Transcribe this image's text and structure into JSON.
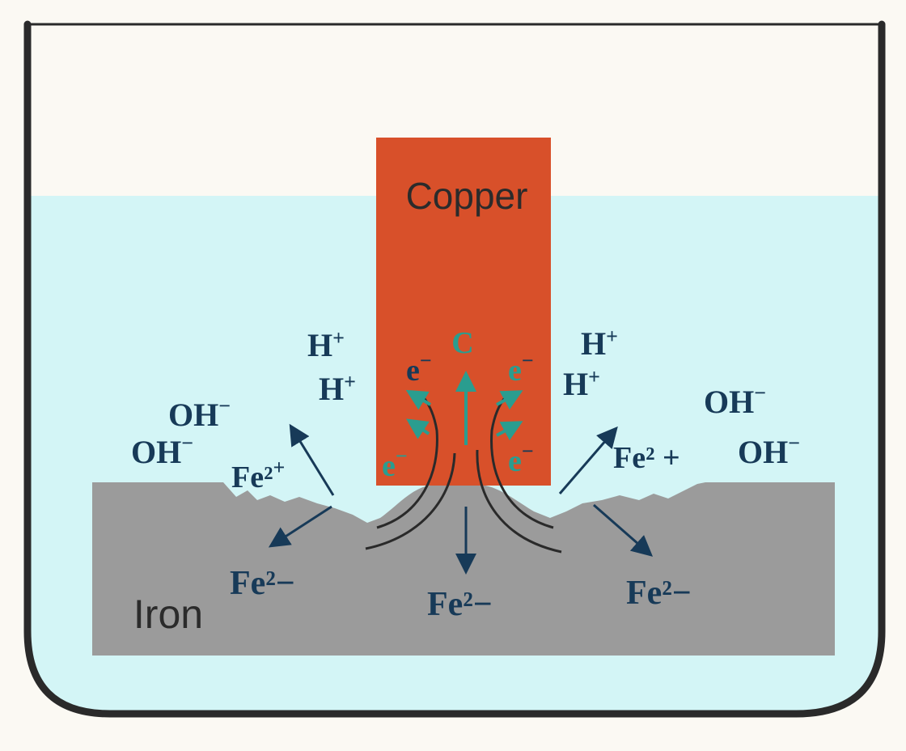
{
  "labels": {
    "copper": "Copper",
    "iron": "Iron"
  },
  "ions": {
    "h_plus_1": "H",
    "h_plus_2": "H",
    "h_plus_3": "H",
    "h_plus_4": "H",
    "plus_sign": "+",
    "oh_minus_1": "OH",
    "oh_minus_2": "OH",
    "oh_minus_3": "OH",
    "oh_minus_4": "OH",
    "minus_sign": "−",
    "fe_left_upper": "Fe²",
    "fe_left_upper_sign": "+",
    "fe_right_upper": "Fe² +",
    "fe_left_lower": "Fe²−",
    "fe_center_lower": "Fe²−",
    "fe_right_lower": "Fe²−"
  },
  "electrons": {
    "e_left_top": "e",
    "e_right_top": "e",
    "e_left_bottom": "e",
    "e_right_bottom": "e",
    "e_sign": "−",
    "c_label": "C"
  },
  "colors": {
    "background": "#fbf9f3",
    "electrolyte": "#d3f5f6",
    "beaker_outline": "#2a2a2a",
    "copper": "#d8502a",
    "iron": "#9b9b9b",
    "ion_text": "#173a58",
    "electron_teal": "#2a9d8f",
    "arrow_dark": "#173a58",
    "current_line": "#2a2a2a"
  }
}
